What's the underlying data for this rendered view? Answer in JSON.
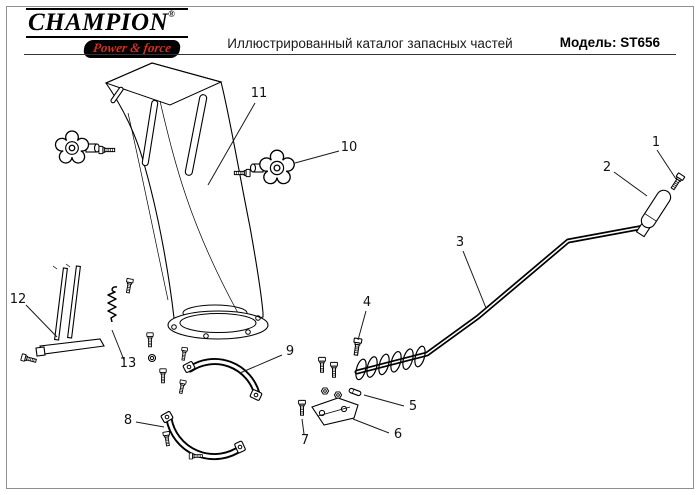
{
  "header": {
    "logo": {
      "brand": "CHAMPION",
      "registered": "®",
      "tagline": "Power & force"
    },
    "title": "Иллюстрированный каталог запасных частей",
    "model": "Модель: ST656"
  },
  "diagram": {
    "callouts": [
      "1",
      "2",
      "3",
      "4",
      "5",
      "6",
      "7",
      "8",
      "9",
      "10",
      "11",
      "12",
      "13"
    ]
  },
  "colors": {
    "tagline_red": "#d42f1e",
    "ink": "#000000",
    "border_gray": "#8f8f8f"
  }
}
